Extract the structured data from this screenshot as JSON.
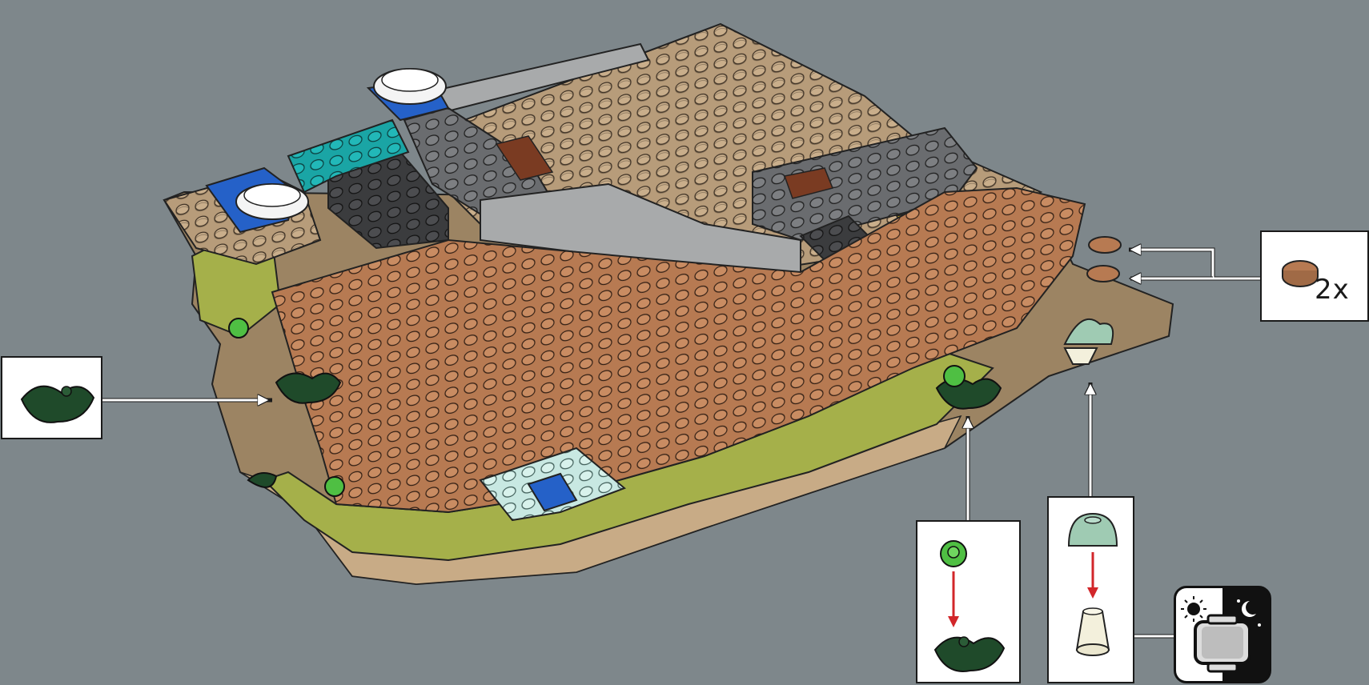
{
  "palette": {
    "background": "#7e878b",
    "tan": "#c8ab86",
    "dark_tan": "#9c8463",
    "medium_nougat": "#b77a52",
    "olive_green": "#a5b04a",
    "dark_green": "#1f4a2a",
    "bright_green": "#4fbf43",
    "light_bluish_gray": "#a8aaab",
    "dark_bluish_gray": "#6a6c6f",
    "black": "#2e2f31",
    "blue": "#2561c8",
    "dark_turquoise": "#1aa5a5",
    "white": "#f4f4f4",
    "sand_green": "#9fcbb3",
    "light_aqua": "#c8e8e2",
    "yellow": "#f0cf1c",
    "reddish_brown": "#7a3b22",
    "lime": "#b7d542",
    "tan_cone": "#f3f0dc",
    "arrow_red": "#d2262a"
  },
  "callouts": {
    "round_tile": {
      "quantity": "2x",
      "part": "round-plate-1x1-medium-nougat"
    },
    "leaf_plant": {
      "part": "plant-leaves-dark-green"
    },
    "flower_on_leaves": {
      "parts": [
        "round-plate-flower-bright-green",
        "plant-leaves-dark-green"
      ]
    },
    "mushroom": {
      "parts": [
        "dome-sand-green",
        "cone-white"
      ]
    }
  },
  "light_badge": {
    "icon": "day-night-light-brick-icon"
  }
}
